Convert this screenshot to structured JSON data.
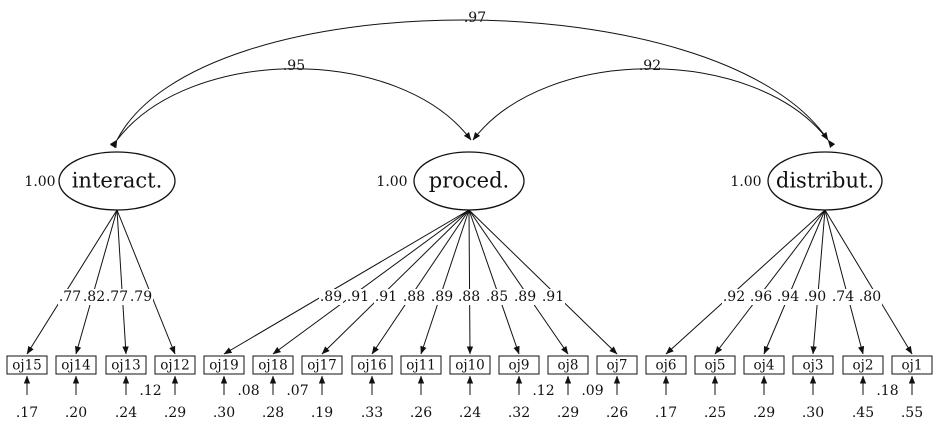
{
  "factors": [
    {
      "id": "interact",
      "label": "interact.",
      "variance": "1.00",
      "indicators": [
        "oj15",
        "oj14",
        "oj13",
        "oj12"
      ],
      "loadings": [
        ".77",
        ".82",
        ".77",
        ".79"
      ]
    },
    {
      "id": "proced",
      "label": "proced.",
      "variance": "1.00",
      "indicators": [
        "oj19",
        "oj18",
        "oj17",
        "oj16",
        "oj11",
        "oj10",
        "oj9",
        "oj8",
        "oj7"
      ],
      "loadings": [
        ".89",
        ".91",
        ".91",
        ".88",
        ".89",
        ".88",
        ".85",
        ".89",
        ".91"
      ]
    },
    {
      "id": "distribut",
      "label": "distribut.",
      "variance": "1.00",
      "indicators": [
        "oj6",
        "oj5",
        "oj4",
        "oj3",
        "oj2",
        "oj1"
      ],
      "loadings": [
        ".92",
        ".96",
        ".94",
        ".90",
        ".74",
        ".80"
      ]
    }
  ],
  "correlations": [
    {
      "from": "interact",
      "to": "distribut",
      "value": ".97"
    },
    {
      "from": "interact",
      "to": "proced",
      "value": ".95"
    },
    {
      "from": "distribut",
      "to": "proced",
      "value": ".92"
    }
  ],
  "errors": [
    ".17",
    ".20",
    ".24",
    ".29",
    ".30",
    ".28",
    ".19",
    ".33",
    ".26",
    ".24",
    ".32",
    ".29",
    ".26",
    ".17",
    ".25",
    ".29",
    ".30",
    ".45",
    ".55"
  ],
  "error_covariances": [
    {
      "between": [
        "oj13",
        "oj12"
      ],
      "value": ".12"
    },
    {
      "between": [
        "oj19",
        "oj18"
      ],
      "value": ".08"
    },
    {
      "between": [
        "oj18",
        "oj17"
      ],
      "value": ".07"
    },
    {
      "between": [
        "oj9",
        "oj8"
      ],
      "value": ".12"
    },
    {
      "between": [
        "oj8",
        "oj7"
      ],
      "value": ".09"
    },
    {
      "between": [
        "oj2",
        "oj1"
      ],
      "value": ".18"
    }
  ]
}
